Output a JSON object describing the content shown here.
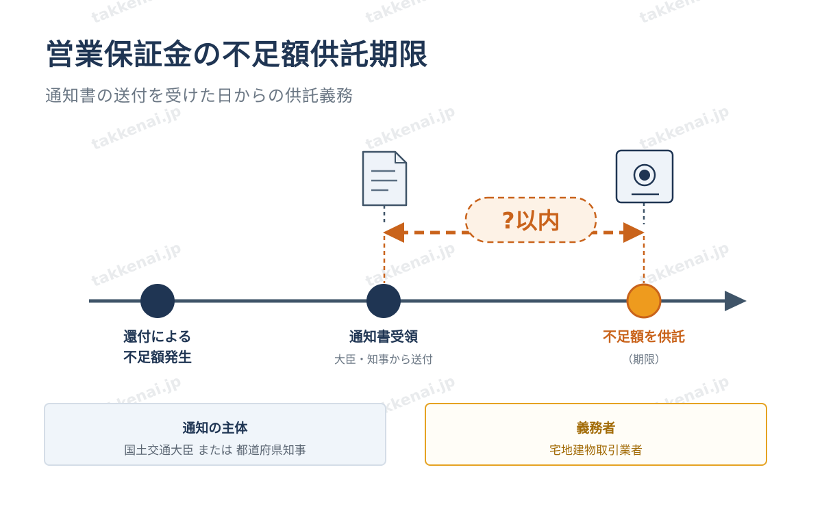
{
  "header": {
    "title": "営業保証金の不足額供託期限",
    "subtitle": "通知書の送付を受けた日からの供託義務"
  },
  "timeline": {
    "period_label": "?以内",
    "events": [
      {
        "main_lines": [
          "還付による",
          "不足額発生"
        ],
        "sub": ""
      },
      {
        "main_lines": [
          "通知書受領"
        ],
        "sub": "大臣・知事から送付"
      },
      {
        "main_lines": [
          "不足額を供託"
        ],
        "sub": "（期限）"
      }
    ]
  },
  "boxes": {
    "notifier": {
      "title": "通知の主体",
      "text": "国土交通大臣 または 都道府県知事"
    },
    "obligor": {
      "title": "義務者",
      "text": "宅地建物取引業者"
    }
  },
  "watermark": "takkenai.jp",
  "colors": {
    "navy": "#1f3553",
    "line": "#3f5468",
    "orange": "#c9631b",
    "amber": "#ee9b1e"
  },
  "icons": {
    "notice": "document-icon",
    "deposit": "safe-icon"
  }
}
